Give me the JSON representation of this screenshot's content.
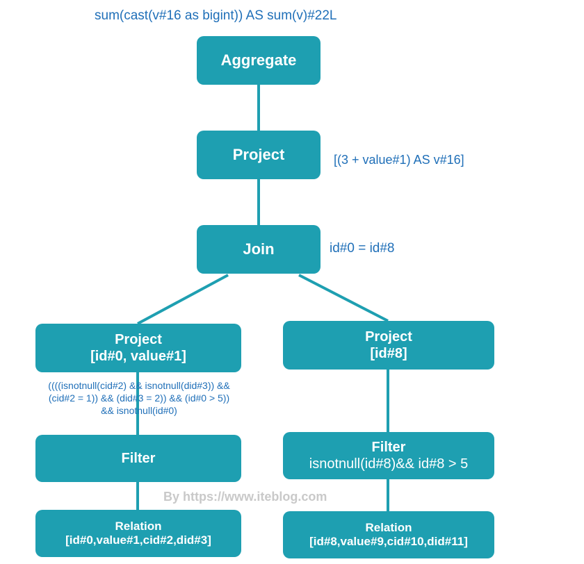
{
  "annotations": {
    "aggregate_expr": "sum(cast(v#16 as bigint)) AS sum(v)#22L",
    "project_expr": "[(3 + value#1) AS v#16]",
    "join_cond": "id#0 = id#8",
    "left_filter_cond": [
      "((((isnotnull(cid#2) && isnotnull(did#3)) &&",
      "(cid#2 = 1)) && (did#3 = 2)) && (id#0 > 5))",
      "&& isnotnull(id#0)"
    ]
  },
  "nodes": {
    "aggregate": {
      "label": "Aggregate"
    },
    "project_top": {
      "label": "Project"
    },
    "join": {
      "label": "Join"
    },
    "project_left": {
      "label": "Project",
      "detail": "[id#0, value#1]"
    },
    "project_right": {
      "label": "Project",
      "detail": "[id#8]"
    },
    "filter_left": {
      "label": "Filter"
    },
    "filter_right": {
      "label": "Filter",
      "detail": "isnotnull(id#8)&& id#8 > 5"
    },
    "relation_left": {
      "label": "Relation",
      "detail": "[id#0,value#1,cid#2,did#3]"
    },
    "relation_right": {
      "label": "Relation",
      "detail": "[id#8,value#9,cid#10,did#11]"
    }
  },
  "watermark": "By https://www.iteblog.com",
  "colors": {
    "node_fill": "#1e9fb1",
    "node_text": "#ffffff",
    "annotation_text": "#1f6fb8",
    "edge": "#1e9fb1",
    "watermark": "#c9c9c9"
  }
}
